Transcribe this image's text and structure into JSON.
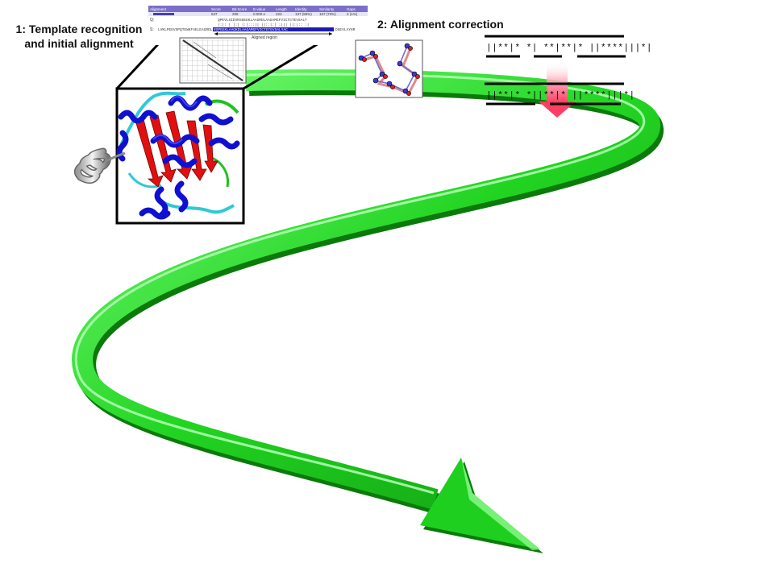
{
  "steps": [
    {
      "number": "1:",
      "title": "Template recognition",
      "subtitle": "and initial alignment"
    },
    {
      "number": "2:",
      "title": "Alignment correction"
    }
  ],
  "blast_header": {
    "columns": [
      "Alignment",
      "Score",
      "Bit Score",
      "E-value",
      "Length",
      "Identity",
      "Similarity",
      "Gaps"
    ],
    "values": [
      "",
      "637",
      "299",
      "0.000 e",
      "223",
      "137 (59%)",
      "167 (73%)",
      "2 (1%)"
    ]
  },
  "blast_rows": {
    "q_label": "Q:",
    "s_label": "S:",
    "aligned_region": "Aligned region"
  },
  "alignment_patterns": {
    "before": "||**|* *| **|**|* ||****|||*|",
    "after": "||**|* *||**|* ||****|||*|"
  },
  "colors": {
    "arrow_green": "#22d422",
    "arrow_dark": "#0b7a0b",
    "helix": "#1010d0",
    "strand": "#e01010",
    "turn": "#30c8d8",
    "coil": "#22c022",
    "correction_arrow": "#ff5a78"
  },
  "icons": [
    "protein-structure-icon",
    "helix-fragment-icon",
    "dotplot-icon",
    "ca-trace-icon",
    "down-arrow-icon"
  ]
}
